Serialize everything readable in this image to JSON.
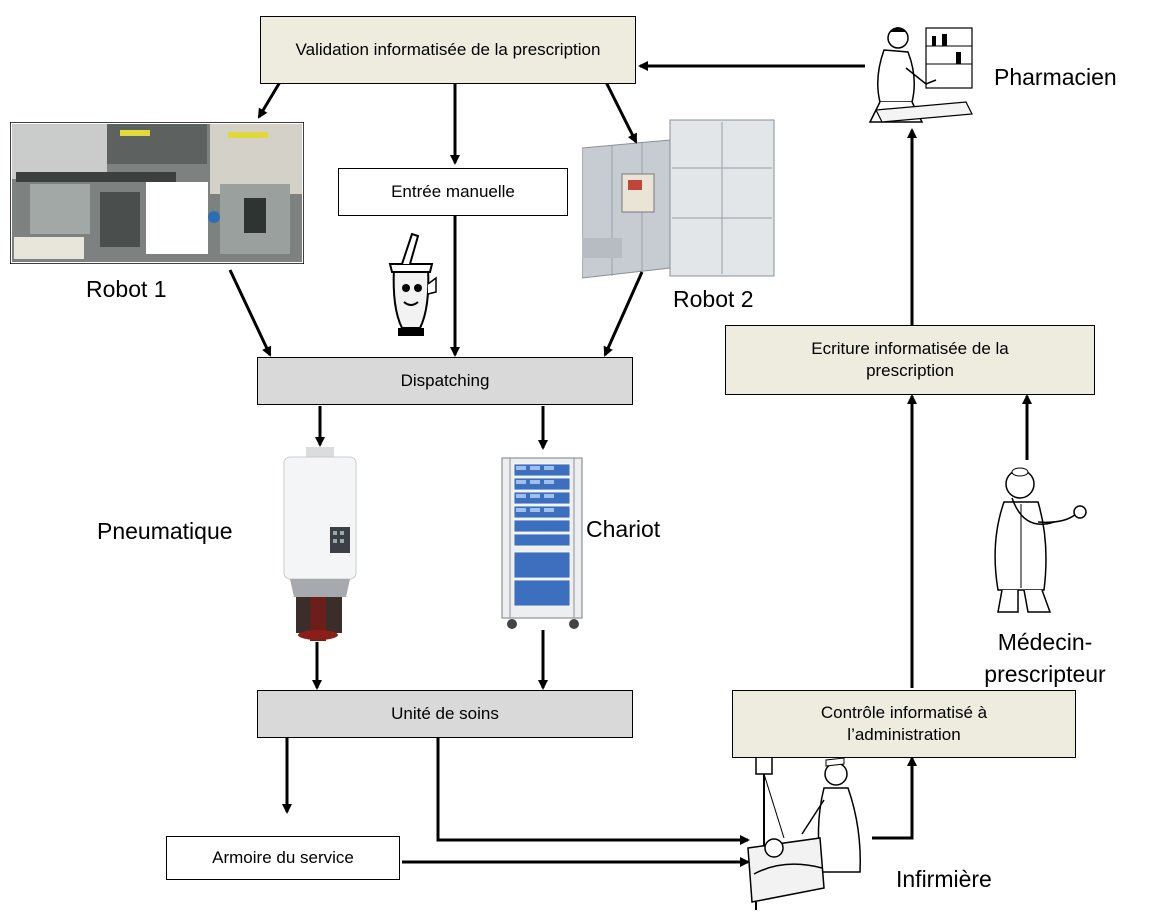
{
  "boxes": {
    "validation": "Validation informatisée de la prescription",
    "manual_entry": "Entrée manuelle",
    "dispatching": "Dispatching",
    "care_unit": "Unité de soins",
    "cabinet": "Armoire du service",
    "writing": "Ecriture informatisée de la prescription",
    "control": "Contrôle informatisé à l’administration"
  },
  "labels": {
    "robot1": "Robot 1",
    "robot2": "Robot 2",
    "pharmacist": "Pharmacien",
    "pneumatic": "Pneumatique",
    "trolley": "Chariot",
    "doctor": "Médecin-prescripteur",
    "doctor_line1": "Médecin-",
    "doctor_line2": "prescripteur",
    "nurse": "Infirmière"
  },
  "colors": {
    "beige_box": "#eeecdf",
    "gray_box": "#d9d9d9",
    "trolley_blue": "#3d6fbf",
    "arrow": "#000000"
  }
}
